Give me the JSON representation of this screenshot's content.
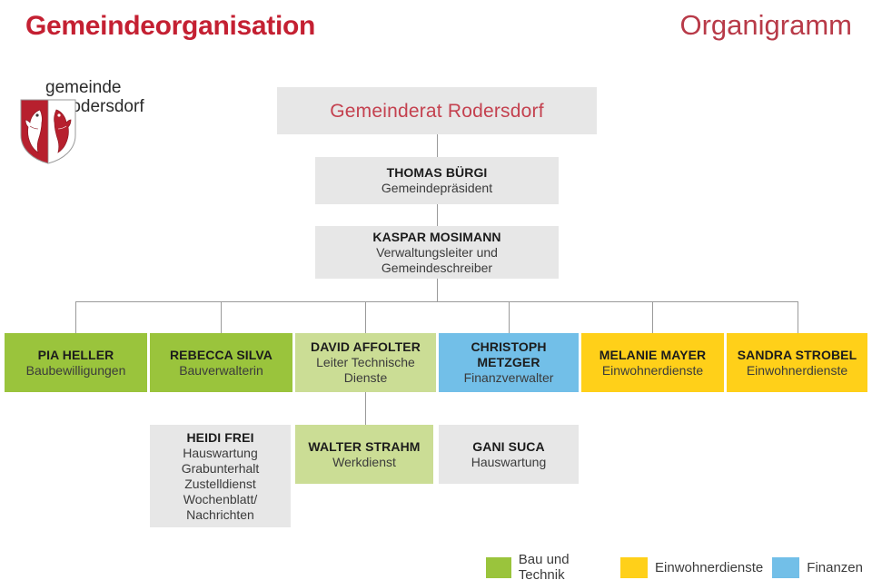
{
  "header": {
    "title": "Gemeindeorganisation",
    "subtitle": "Organigramm"
  },
  "logo": {
    "line1": "gemeinde",
    "line2": "rodersdorf",
    "crest_name": "rodersdorf-coat-of-arms",
    "crest_colors": {
      "red": "#b7202e",
      "white": "#ffffff"
    }
  },
  "colors": {
    "brand_red": "#c42032",
    "council_red": "#c4414f",
    "grey_box": "#e7e7e7",
    "green": "#9ac43c",
    "light_green": "#cbdd95",
    "blue": "#72bfe8",
    "yellow": "#ffd019",
    "connector": "#9a9a9a"
  },
  "chart_data": {
    "type": "org-chart",
    "title": "Gemeindeorganisation",
    "levels": [
      {
        "level": 1,
        "nodes": [
          {
            "id": "gemeinderat",
            "name": "Gemeinderat Rodersdorf",
            "role": "",
            "color": "grey"
          }
        ]
      },
      {
        "level": 2,
        "nodes": [
          {
            "id": "buergi",
            "name": "THOMAS BÜRGI",
            "role": "Gemeindepräsident",
            "color": "grey"
          }
        ]
      },
      {
        "level": 3,
        "nodes": [
          {
            "id": "mosimann",
            "name": "KASPAR MOSIMANN",
            "role": "Verwaltungsleiter und Gemeindeschreiber",
            "color": "grey"
          }
        ]
      },
      {
        "level": 4,
        "nodes": [
          {
            "id": "heller",
            "name": "PIA HELLER",
            "role": "Baubewilligungen",
            "color": "green"
          },
          {
            "id": "silva",
            "name": "REBECCA SILVA",
            "role": "Bauverwalterin",
            "color": "green"
          },
          {
            "id": "affolter",
            "name": "DAVID AFFOLTER",
            "role": "Leiter Technische Dienste",
            "color": "light_green"
          },
          {
            "id": "metzger",
            "name": "CHRISTOPH METZGER",
            "role": "Finanzverwalter",
            "color": "blue"
          },
          {
            "id": "mayer",
            "name": "MELANIE MAYER",
            "role": "Einwohnerdienste",
            "color": "yellow"
          },
          {
            "id": "strobel",
            "name": "SANDRA STROBEL",
            "role": "Einwohnerdienste",
            "color": "yellow"
          }
        ]
      },
      {
        "level": 5,
        "nodes": [
          {
            "id": "frei",
            "name": "HEIDI FREI",
            "role": "Hauswartung Grabunterhalt Zustelldienst Wochenblatt/ Nachrichten",
            "color": "grey"
          },
          {
            "id": "strahm",
            "name": "WALTER STRAHM",
            "role": "Werkdienst",
            "color": "light_green"
          },
          {
            "id": "suca",
            "name": "GANI SUCA",
            "role": "Hauswartung",
            "color": "grey"
          }
        ]
      }
    ]
  },
  "nodes": {
    "council": {
      "name": "Gemeinderat Rodersdorf"
    },
    "buergi": {
      "name": "THOMAS BÜRGI",
      "role": "Gemeindepräsident"
    },
    "mosimann": {
      "name": "KASPAR MOSIMANN",
      "role_line1": "Verwaltungsleiter und",
      "role_line2": "Gemeindeschreiber"
    },
    "heller": {
      "name": "PIA HELLER",
      "role": "Baubewilligungen"
    },
    "silva": {
      "name": "REBECCA SILVA",
      "role": "Bauverwalterin"
    },
    "affolter": {
      "name": "DAVID AFFOLTER",
      "role_line1": "Leiter Technische",
      "role_line2": "Dienste"
    },
    "metzger": {
      "name_line1": "CHRISTOPH",
      "name_line2": "METZGER",
      "role": "Finanzverwalter"
    },
    "mayer": {
      "name": "MELANIE MAYER",
      "role": "Einwohnerdienste"
    },
    "strobel": {
      "name": "SANDRA STROBEL",
      "role": "Einwohnerdienste"
    },
    "frei": {
      "name": "HEIDI FREI",
      "role_line1": "Hauswartung",
      "role_line2": "Grabunterhalt",
      "role_line3": "Zustelldienst",
      "role_line4": "Wochenblatt/",
      "role_line5": "Nachrichten"
    },
    "strahm": {
      "name": "WALTER STRAHM",
      "role": "Werkdienst"
    },
    "suca": {
      "name": "GANI SUCA",
      "role": "Hauswartung"
    }
  },
  "legend": {
    "items": [
      {
        "label": "Bau und Technik",
        "color": "#9ac43c"
      },
      {
        "label": "Einwohnerdienste",
        "color": "#ffd019"
      },
      {
        "label": "Finanzen",
        "color": "#72bfe8"
      }
    ]
  }
}
